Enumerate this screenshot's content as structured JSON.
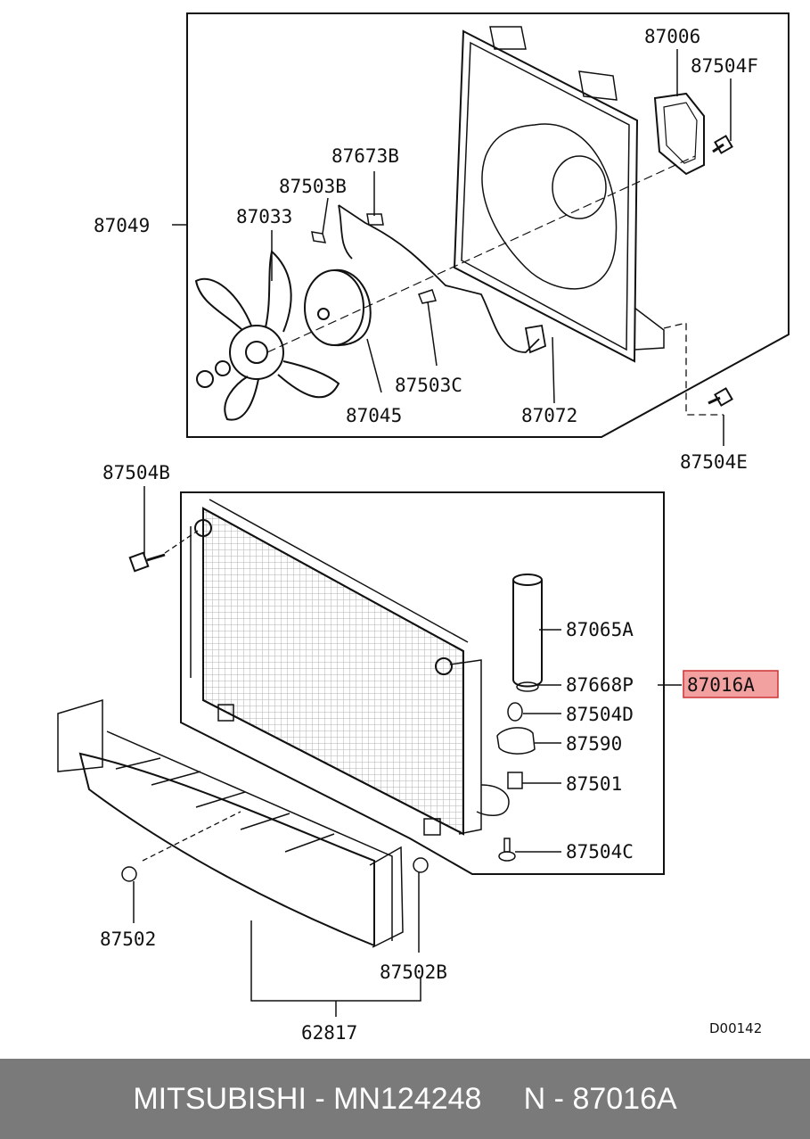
{
  "labels": {
    "fan_shroud_assy": "87049",
    "fan_blade": "87033",
    "clip_b": "87503B",
    "clip_connector": "87673B",
    "clip_c": "87503C",
    "fan_motor": "87045",
    "shroud": "87072",
    "cover": "87006",
    "bolt_f": "87504F",
    "bolt_e": "87504E",
    "bolt_b": "87504B",
    "condenser": "87016A",
    "receiver_drier": "87065A",
    "plug": "87668P",
    "bolt_d": "87504D",
    "bracket_clamp": "87590",
    "clip": "87501",
    "bolt_c": "87504C",
    "clip_lower": "87502",
    "clip_lower_b": "87502B",
    "lower_panel": "62817"
  },
  "diagram_code": "D00142",
  "footer": {
    "text": "MITSUBISHI - MN124248     N - 87016A"
  },
  "colors": {
    "highlight_fill": "#f2a0a0",
    "highlight_stroke": "#cc3333",
    "footer_bg": "#7a7a7a"
  }
}
